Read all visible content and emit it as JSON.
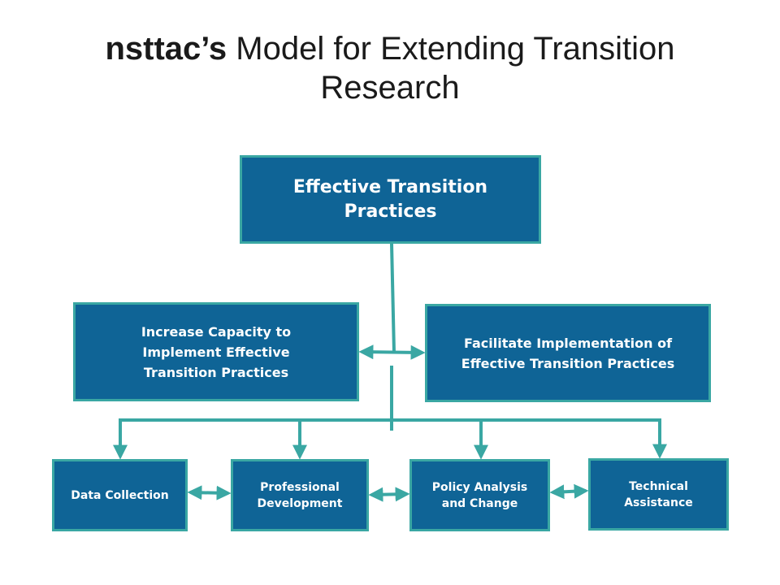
{
  "title": {
    "bold": "nsttac’s",
    "rest": " Model for Extending Transition Research"
  },
  "boxes": {
    "top": "Effective Transition Practices",
    "left": "Increase Capacity to Implement Effective Transition Practices",
    "right": "Facilitate Implementation of Effective Transition Practices",
    "data": "Data Collection",
    "prof": "Professional Development",
    "policy": "Policy Analysis and Change",
    "tech": "Technical Assistance"
  },
  "colors": {
    "box_fill": "#0f6496",
    "box_border": "#3aa7a3",
    "connector": "#3aa7a3"
  }
}
